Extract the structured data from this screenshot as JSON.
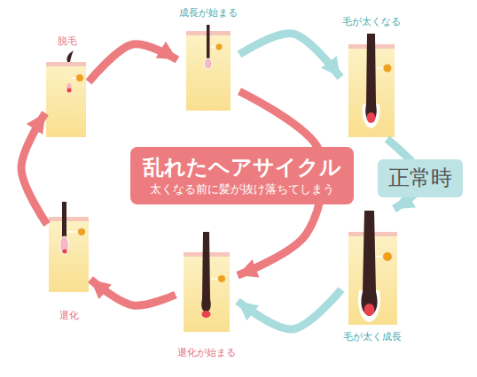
{
  "diagram": {
    "nodes": [
      {
        "text": [
          "脱毛"
        ]
      },
      {
        "text": [
          "成長が始まる"
        ]
      },
      {
        "text": [
          "毛が太くなる"
        ]
      },
      {
        "text": [
          "乱れたヘアサイクル",
          "太くなる前に髪が抜け落ちてしまう"
        ]
      },
      {
        "text": [
          "正常時"
        ]
      },
      {
        "text": [
          "退化"
        ]
      },
      {
        "text": [
          "退化が始まる"
        ]
      },
      {
        "text": [
          "毛が太く成長"
        ]
      }
    ],
    "edges": [
      {
        "from": 0,
        "to": 1,
        "arrow": "to"
      },
      {
        "from": 1,
        "to": 2,
        "arrow": "to"
      },
      {
        "from": 2,
        "to": 7,
        "arrow": "to"
      },
      {
        "from": 7,
        "to": 6,
        "arrow": "to"
      },
      {
        "from": 1,
        "to": 6,
        "arrow": "to"
      },
      {
        "from": 6,
        "to": 5,
        "arrow": "to"
      },
      {
        "from": 5,
        "to": 0,
        "arrow": "to"
      }
    ]
  }
}
